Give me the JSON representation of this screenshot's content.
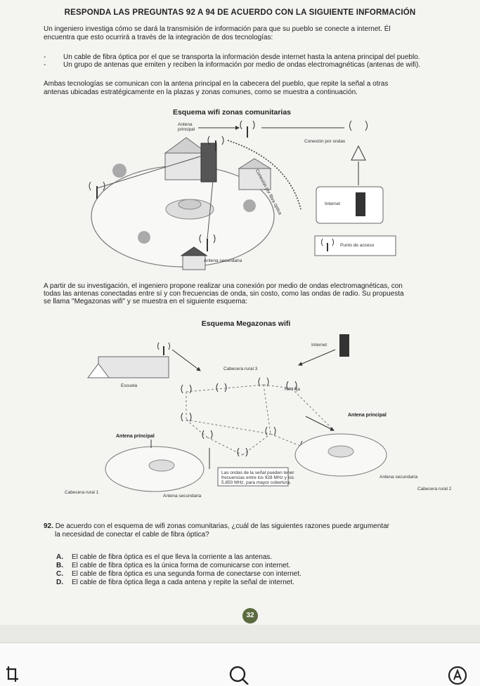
{
  "header": {
    "title": "RESPONDA LAS PREGUNTAS 92 A 94 DE ACUERDO CON LA SIGUIENTE INFORMACIÓN"
  },
  "intro": {
    "p1_line1": "Un ingeniero investiga cómo se dará la transmisión de información para que su pueblo se conecte a internet. Él",
    "p1_line2": "encuentra que esto ocurrirá a través de la integración de dos tecnologías:",
    "bullets": [
      "Un cable de fibra óptica por el que se transporta la información desde internet hasta la antena principal del pueblo.",
      "Un grupo de antenas que emiten y reciben la información por medio de ondas electromagnéticas (antenas de wifi)."
    ],
    "bullet_mark": "-",
    "p2_line1": "Ambas tecnologías se comunican con la antena principal en la cabecera del pueblo, que repite la señal a otras",
    "p2_line2": "antenas ubicadas estratégicamente en la plazas y zonas comunes, como se muestra a continuación."
  },
  "diagram1": {
    "title": "Esquema wifi zonas comunitarias",
    "labels": {
      "antena_principal": "Antena principal",
      "conexion_ondas": "Conexión por ondas",
      "conexion_fibra": "Conexión por fibra óptica",
      "internet": "Internet",
      "punto_acceso": "Punto de acceso",
      "antena_secundaria": "Antena secundaria"
    }
  },
  "middle": {
    "line1": "A partir de su investigación, el ingeniero propone realizar una conexión por medio de ondas electromagnéticas, con",
    "line2": "todas las antenas conectadas entre sí y con frecuencias de onda, sin costo, como las ondas de radio. Su propuesta",
    "line3": "se llama \"Megazonas wifi\" y se muestra en el siguiente esquema:"
  },
  "diagram2": {
    "title": "Esquema Megazonas wifi",
    "labels": {
      "internet": "Internet",
      "escuela": "Escuela",
      "cabecera_rural_3": "Cabecera rural 3",
      "red_fija": "Red fija",
      "antena_principal_left": "Antena principal",
      "antena_principal_right": "Antena principal",
      "note_line1": "Las ondas de la señal pueden tener",
      "note_line2": "frecuencias entre los 928 MHz y los",
      "note_line3": "5.850 MHz, para mayor cobertura.",
      "antena_secundaria_left": "Antena secundaria",
      "antena_secundaria_right": "Antena secundaria",
      "cabecera_rural_1": "Cabecera rural 1",
      "cabecera_rural_2": "Cabecera rural 2"
    }
  },
  "question": {
    "number": "92.",
    "line1": "De acuerdo con el esquema de wifi zonas comunitarias, ¿cuál de las siguientes razones puede argumentar",
    "line2": "la necesidad de conectar el cable de fibra óptica?",
    "options": [
      {
        "letter": "A.",
        "text": "El cable de fibra óptica es el que lleva la corriente a las antenas."
      },
      {
        "letter": "B.",
        "text": "El cable de fibra óptica es la única forma de comunicarse con internet."
      },
      {
        "letter": "C.",
        "text": "El cable de fibra óptica es una segunda forma de conectarse con internet."
      },
      {
        "letter": "D.",
        "text": "El cable de fibra óptica llega a cada antena y repite la señal de internet."
      }
    ]
  },
  "page_number": "32",
  "colors": {
    "page_badge": "#5a6b3f",
    "wave": "#555555"
  },
  "navbar": {
    "icons": [
      "crop-icon",
      "search-icon",
      "autofix-icon"
    ]
  }
}
